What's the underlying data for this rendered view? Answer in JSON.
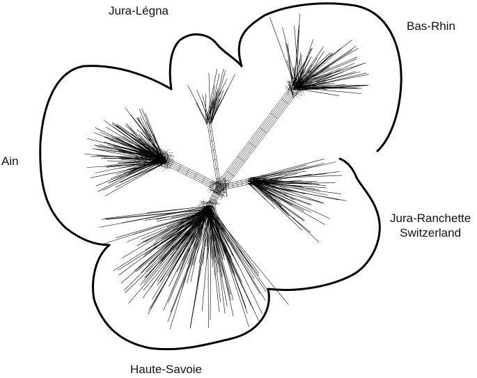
{
  "labels": {
    "jura_legna": "Jura-Légna",
    "bas_rhin": "Bas-Rhin",
    "ain": "Ain",
    "jura_ranchette_line1": "Jura-Ranchette",
    "jura_ranchette_line2": "Switzerland",
    "haute_savoie": "Haute-Savoie"
  },
  "colors": {
    "stroke": "#000000",
    "text": "#111111",
    "background": "#ffffff"
  }
}
